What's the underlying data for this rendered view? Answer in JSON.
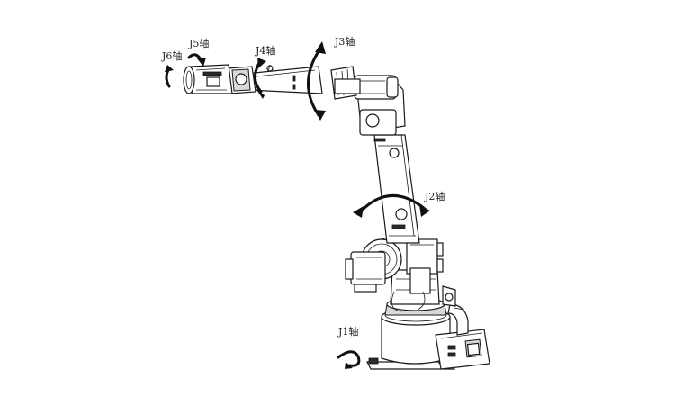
{
  "diagram": {
    "colors": {
      "line": "#1a1a1a",
      "arrow": "#111111",
      "background": "#ffffff"
    },
    "axes": [
      {
        "id": "j1",
        "label": "J1轴"
      },
      {
        "id": "j2",
        "label": "J2轴"
      },
      {
        "id": "j3",
        "label": "J3轴"
      },
      {
        "id": "j4",
        "label": "J4轴"
      },
      {
        "id": "j5",
        "label": "J5轴"
      },
      {
        "id": "j6",
        "label": "J6轴"
      }
    ]
  }
}
